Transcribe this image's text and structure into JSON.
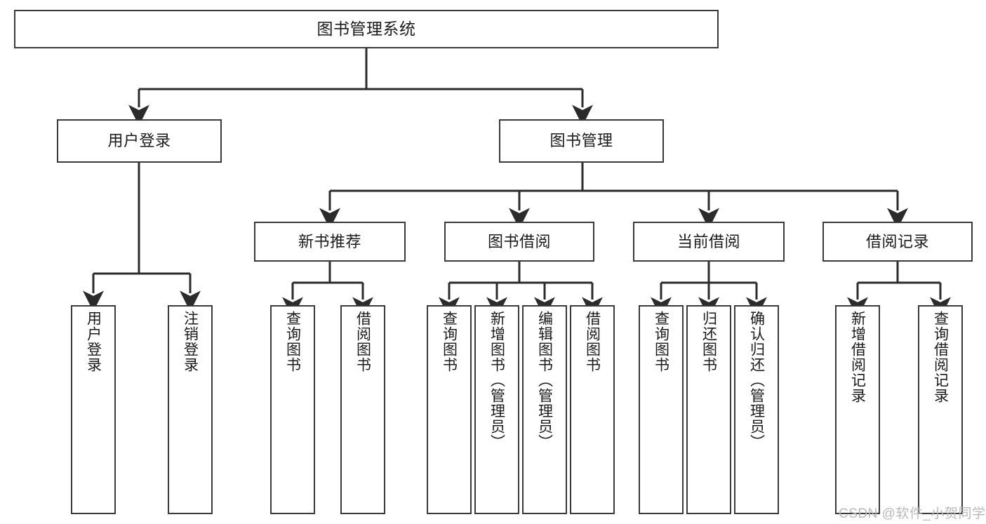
{
  "diagram": {
    "title": "图书管理系统",
    "type": "tree-hierarchy",
    "levels": 4,
    "colors": {
      "border": "#3a3a3a",
      "fill": "#ffffff",
      "text": "#1a1a1a",
      "connector": "#2b2b2b",
      "watermark": "#b9b9b9"
    },
    "root": {
      "label": "图书管理系统"
    },
    "level2": [
      {
        "label": "用户登录"
      },
      {
        "label": "图书管理"
      }
    ],
    "level3": [
      {
        "label": "新书推荐"
      },
      {
        "label": "图书借阅"
      },
      {
        "label": "当前借阅"
      },
      {
        "label": "借阅记录"
      }
    ],
    "leaves_user_login": [
      {
        "label": "用户登录"
      },
      {
        "label": "注销登录"
      }
    ],
    "leaves_new_book": [
      {
        "label": "查询图书"
      },
      {
        "label": "借阅图书"
      }
    ],
    "leaves_borrow": [
      {
        "label": "查询图书"
      },
      {
        "label": "新增图书（管理员）"
      },
      {
        "label": "编辑图书（管理员）"
      },
      {
        "label": "借阅图书"
      }
    ],
    "leaves_current": [
      {
        "label": "查询图书"
      },
      {
        "label": "归还图书"
      },
      {
        "label": "确认归还（管理员）"
      }
    ],
    "leaves_record": [
      {
        "label": "新增借阅记录"
      },
      {
        "label": "查询借阅记录"
      }
    ]
  },
  "watermark": {
    "text": "CSDN @软件_小贺同学"
  }
}
